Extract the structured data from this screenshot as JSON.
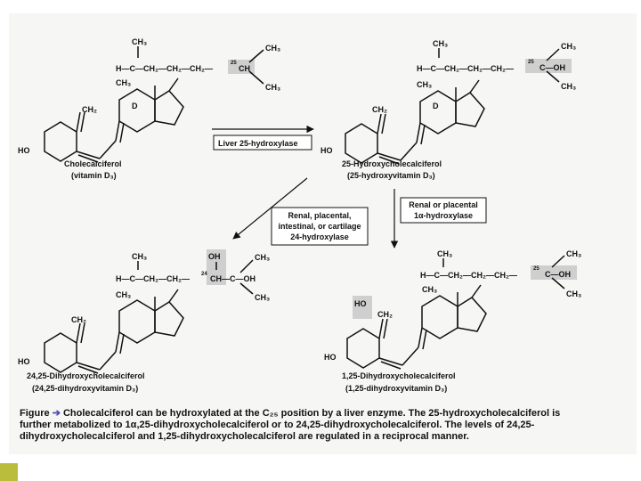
{
  "molecules": [
    {
      "name": "Cholecalciferol",
      "alt": "(vitamin D₃)",
      "ring_d": "D",
      "hydroxyl": "HO",
      "side_chain": {
        "ch3_top": "CH₃",
        "chain": "H—C—CH₂—CH₂—CH₂—",
        "terminal": "CH",
        "ch3_a": "CH₃",
        "ch3_b": "CH₃"
      },
      "methyl": "CH₃",
      "methylene": "CH₂"
    },
    {
      "name": "25-Hydroxycholecalciferol",
      "alt": "(25-hydroxyvitamin D₃)",
      "ring_d": "D",
      "hydroxyl": "HO",
      "side_chain": {
        "ch3_top": "CH₃",
        "chain": "H—C—CH₂—CH₂—CH₂—",
        "terminal": "C—OH",
        "ch3_a": "CH₃",
        "ch3_b": "CH₃"
      },
      "methyl": "CH₃",
      "methylene": "CH₂"
    },
    {
      "name": "24,25-Dihydroxycholecalciferol",
      "alt": "(24,25-dihydroxyvitamin D₃)",
      "hydroxyl": "HO",
      "side_chain": {
        "ch3_top": "CH₃",
        "chain": "H—C—CH₂—CH₂—",
        "oh_top": "OH",
        "terminal": "CH—C—OH",
        "ch3_a": "CH₃",
        "ch3_b": "CH₃"
      },
      "methyl": "CH₃",
      "methylene": "CH₂"
    },
    {
      "name": "1,25-Dihydroxycholecalciferol",
      "alt": "(1,25-dihydroxyvitamin D₃)",
      "hydroxyl": "HO",
      "hydroxyl_1a": "HO",
      "side_chain": {
        "ch3_top": "CH₃",
        "chain": "H—C—CH₂—CH₂—CH₂—",
        "terminal": "C—OH",
        "ch3_a": "CH₃",
        "ch3_b": "CH₃"
      },
      "methyl": "CH₃",
      "methylene": "CH₂"
    }
  ],
  "enzymes": {
    "liver": "Liver 25-hydroxylase",
    "renal_24": [
      "Renal, placental,",
      "intestinal, or cartilage",
      "24-hydroxylase"
    ],
    "renal_1a": [
      "Renal or placental",
      "1α-hydroxylase"
    ]
  },
  "carbon_labels": {
    "c25": "25",
    "c24": "24"
  },
  "caption": {
    "fig_label": "Figure",
    "text": "Cholecalciferol can be hydroxylated at the C₂₅ position by a liver enzyme. The 25-hydroxycholecalciferol is further metabolized to 1α,25-dihydroxycholecalciferol or to 24,25-dihydroxycholecalciferol. The levels of 24,25-dihydroxycholecalciferol and 1,25-dihydroxycholecalciferol are regulated in a reciprocal manner."
  }
}
